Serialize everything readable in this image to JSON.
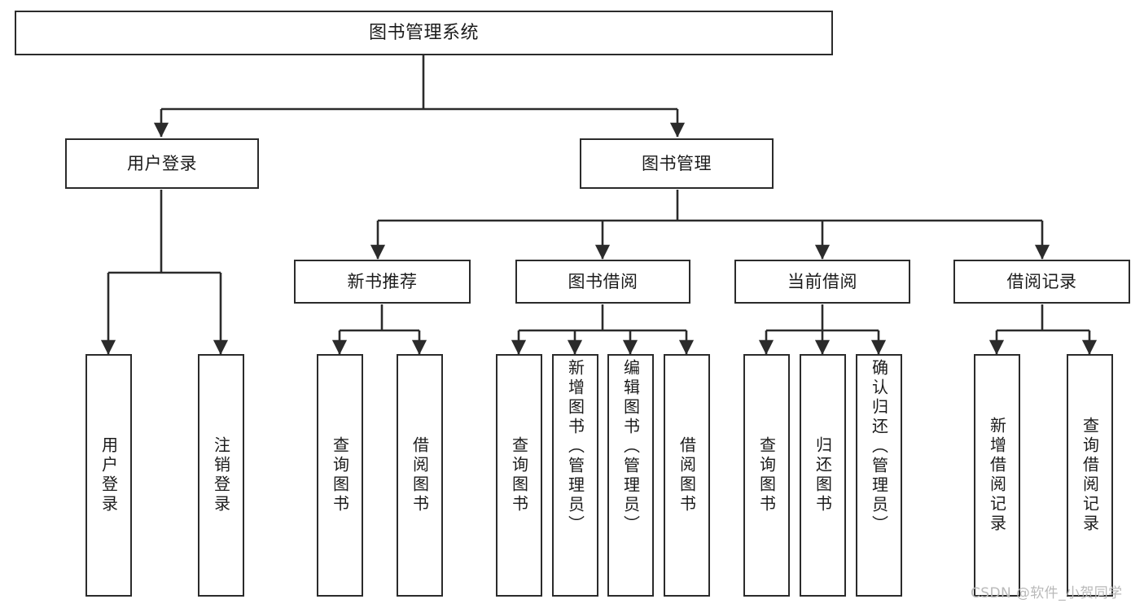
{
  "diagram": {
    "title": "图书管理系统",
    "type": "tree-structure-chart",
    "root": {
      "label": "图书管理系统"
    },
    "level1": [
      {
        "label": "用户登录"
      },
      {
        "label": "图书管理"
      }
    ],
    "level2": [
      {
        "label": "新书推荐"
      },
      {
        "label": "图书借阅"
      },
      {
        "label": "当前借阅"
      },
      {
        "label": "借阅记录"
      }
    ],
    "leaves": {
      "user_login": [
        {
          "label": "用户登录"
        },
        {
          "label": "注销登录"
        }
      ],
      "new_book_recommend": [
        {
          "label": "查询图书"
        },
        {
          "label": "借阅图书"
        }
      ],
      "book_borrow": [
        {
          "label": "查询图书"
        },
        {
          "label": "新增图书（管理员）"
        },
        {
          "label": "编辑图书（管理员）"
        },
        {
          "label": "借阅图书"
        }
      ],
      "current_borrow": [
        {
          "label": "查询图书"
        },
        {
          "label": "归还图书"
        },
        {
          "label": "确认归还（管理员）"
        }
      ],
      "borrow_record": [
        {
          "label": "新增借阅记录"
        },
        {
          "label": "查询借阅记录"
        }
      ]
    }
  },
  "watermark": {
    "text": "CSDN @软件_小贺同学"
  },
  "colors": {
    "border": "#2b2b2b",
    "text": "#1b1b1b",
    "background": "#ffffff",
    "watermark": "#b9b9b9"
  }
}
